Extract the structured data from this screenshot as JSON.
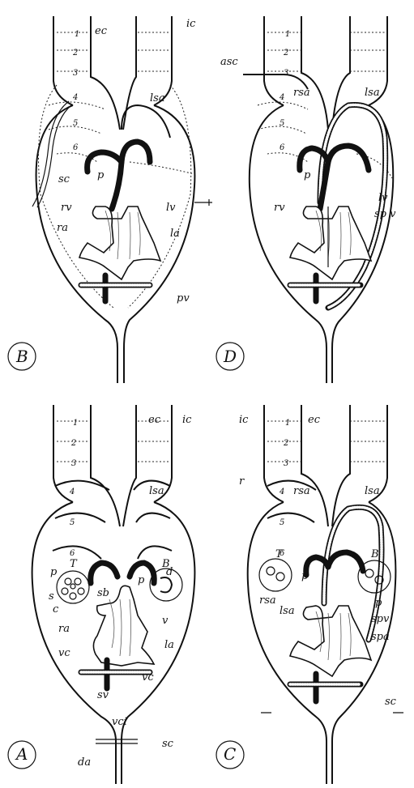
{
  "panels": {
    "B": {
      "letter": "B",
      "arch_numbers": [
        "1",
        "2",
        "3",
        "4",
        "5",
        "6"
      ],
      "labels": {
        "ec": "ec",
        "ic": "ic",
        "lsa": "lsa",
        "p": "p",
        "sc": "sc",
        "rv": "rv",
        "lv": "lv",
        "ra": "ra",
        "la": "la",
        "pv": "pv"
      }
    },
    "D": {
      "letter": "D",
      "arch_numbers": [
        "1",
        "2",
        "3",
        "4",
        "5",
        "6"
      ],
      "labels": {
        "asc": "asc",
        "rsa": "rsa",
        "lsa": "lsa",
        "p": "p",
        "rv": "rv",
        "lv": "lv",
        "spv": "sp v"
      }
    },
    "A": {
      "letter": "A",
      "arch_numbers": [
        "1",
        "2",
        "3",
        "4",
        "5",
        "6"
      ],
      "labels": {
        "ec": "ec",
        "ic": "ic",
        "lsa": "lsa",
        "d": "d",
        "p_left": "p",
        "p_right": "p",
        "T": "T",
        "B": "B",
        "sb": "sb",
        "s": "s",
        "c": "c",
        "ra": "ra",
        "v": "v",
        "la": "la",
        "vc_left": "vc",
        "vc_right": "vc",
        "sv": "sv",
        "vci": "vci",
        "sc": "sc",
        "da": "da"
      }
    },
    "C": {
      "letter": "C",
      "arch_numbers": [
        "1",
        "2",
        "3",
        "4",
        "5",
        "6"
      ],
      "labels": {
        "ic": "ic",
        "ec": "ec",
        "r": "r",
        "rsa": "rsa",
        "lsa": "lsa",
        "p": "p",
        "T": "T",
        "B": "B",
        "rsa2": "rsa",
        "lsa2": "lsa",
        "p2": "p",
        "spv": "spv",
        "spa": "spa",
        "sc": "sc"
      }
    }
  }
}
